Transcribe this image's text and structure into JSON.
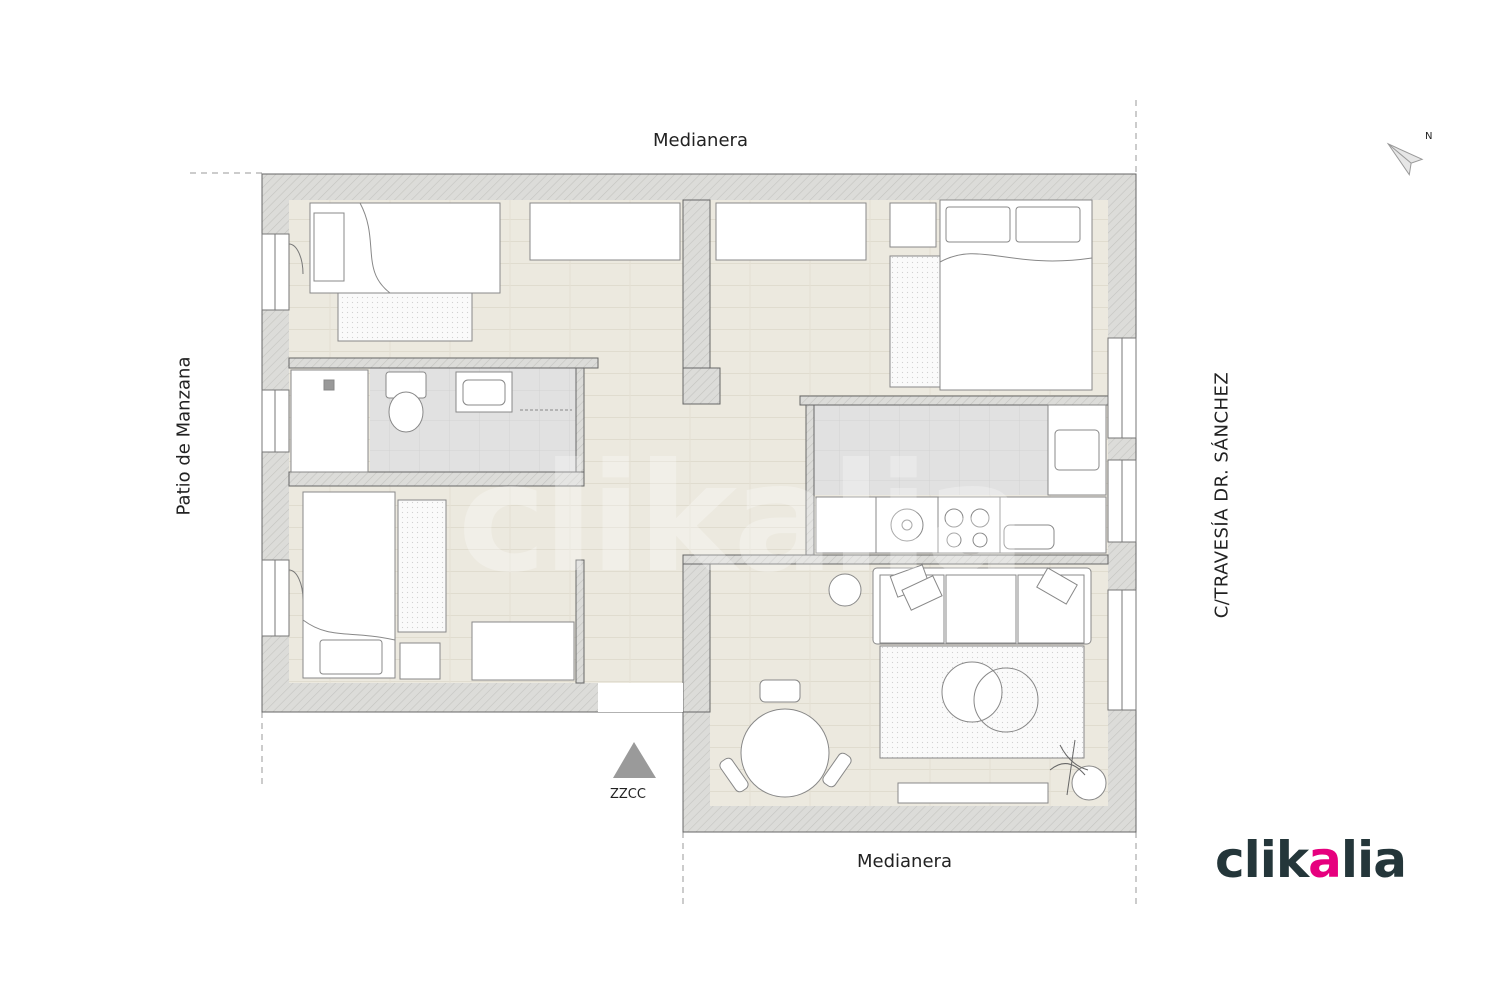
{
  "labels": {
    "top": "Medianera",
    "bottom": "Medianera",
    "left": "Patio de Manzana",
    "right": "C/TRAVESÍA DR. SÁNCHEZ",
    "entrance": "ZZCC",
    "north": "N"
  },
  "logo": {
    "text_before": "clik",
    "text_accent": "a",
    "text_after": "lia",
    "text_color": "#24363a",
    "accent_color": "#e6007e"
  },
  "watermark": "clikalia",
  "colors": {
    "wall": "#d9d9d6",
    "floor": "#ece9df",
    "tile": "#e2e2e2",
    "line": "#555555"
  }
}
